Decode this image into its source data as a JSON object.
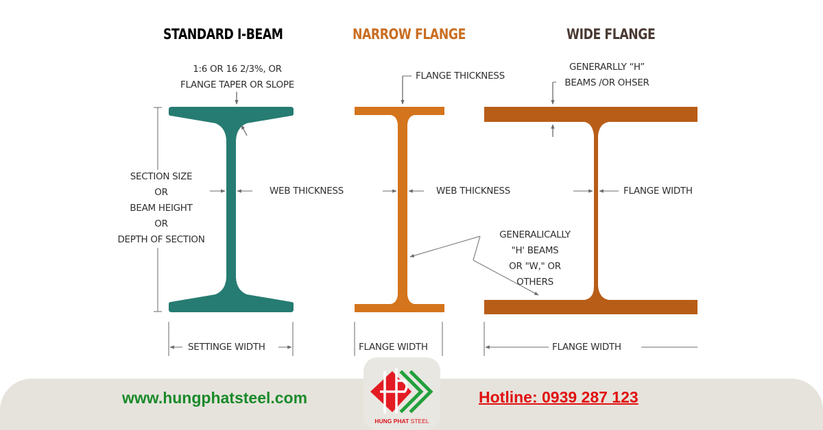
{
  "diagram": {
    "sections": [
      {
        "title": "STANDARD I-BEAM",
        "color": "#2e8076"
      },
      {
        "title": "NARROW FLANGE",
        "color": "#c96e22"
      },
      {
        "title": "WIDE FLANGE",
        "color": "#4a3a33"
      }
    ],
    "colors": {
      "standard_beam": "#267c72",
      "narrow_beam": "#d4741c",
      "wide_beam": "#b85d18",
      "lines": "#8a8a8a",
      "text": "#2f2f2f"
    },
    "labels": {
      "taper_line1": "1:6 OR 16 2/3%, OR",
      "taper_line2": "FLANGE TAPER OR SLOPE",
      "section_1": "SECTION SIZE",
      "section_2": "OR",
      "section_3": "BEAM HEIGHT",
      "section_4": "OR",
      "section_5": "DEPTH OF SECTION",
      "web_thickness_std": "WEB THICKNESS",
      "settinge_width": "SETTINGE WIDTH",
      "flange_thickness": "FLANGE THICKNESS",
      "web_thickness_narrow": "WEB THICKNESS",
      "flange_width_narrow": "FLANGE WIDTH",
      "generalically_1": "GENERALICALLY",
      "generalically_2": "\"H' BEAMS",
      "generalically_3": "OR \"W,\" OR",
      "generalically_4": "OTHERS",
      "generarlly_1": "GENERARLLY “H”",
      "generarlly_2": "BEAMS /OR OHSER",
      "flange_width_wide_web": "FLANGE WIDTH",
      "flange_width_wide": "FLANGE WIDTH"
    }
  },
  "footer": {
    "website": "www.hungphatsteel.com",
    "hotline": "Hotline: 0939 287 123",
    "logo": {
      "brand": "HUNG PHAT",
      "suffix": "STEEL",
      "red": "#e31b23",
      "green": "#23a03a"
    }
  }
}
